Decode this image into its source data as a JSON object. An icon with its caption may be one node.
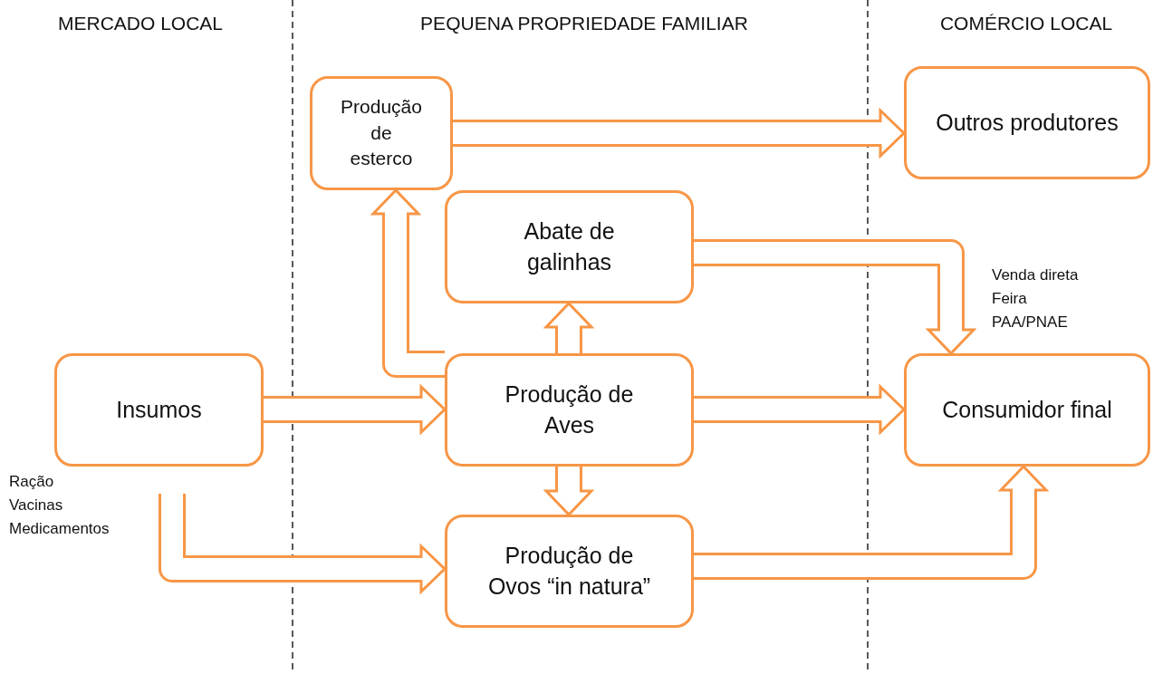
{
  "diagram": {
    "nodes": [
      {
        "text": [
          "Produção de esterco"
        ]
      },
      {
        "text": [
          "Outros produtores"
        ]
      },
      {
        "text": [
          "Abate de galinhas"
        ]
      },
      {
        "text": [
          "Insumos"
        ]
      },
      {
        "text": [
          "Produção de Aves"
        ]
      },
      {
        "text": [
          "Consumidor final"
        ]
      },
      {
        "text": [
          "Produção de Ovos “in natura”"
        ]
      }
    ],
    "edges": [
      {
        "from": 0,
        "to": 1,
        "arrow": "to"
      },
      {
        "from": 4,
        "to": 0,
        "arrow": "to"
      },
      {
        "from": 4,
        "to": 2,
        "arrow": "to"
      },
      {
        "from": 2,
        "to": 5,
        "arrow": "to"
      },
      {
        "from": 3,
        "to": 4,
        "arrow": "to"
      },
      {
        "from": 4,
        "to": 5,
        "arrow": "to"
      },
      {
        "from": 4,
        "to": 6,
        "arrow": "to"
      },
      {
        "from": null,
        "to": 6,
        "arrow": "to"
      },
      {
        "from": 6,
        "to": 5,
        "arrow": "to"
      }
    ],
    "labels": [
      "MERCADO LOCAL",
      "PEQUENA PROPRIEDADE FAMILIAR",
      "COMÉRCIO LOCAL",
      "Ração",
      "Vacinas",
      "Medicamentos",
      "Venda direta",
      "Feira",
      "PAA/PNAE"
    ]
  }
}
